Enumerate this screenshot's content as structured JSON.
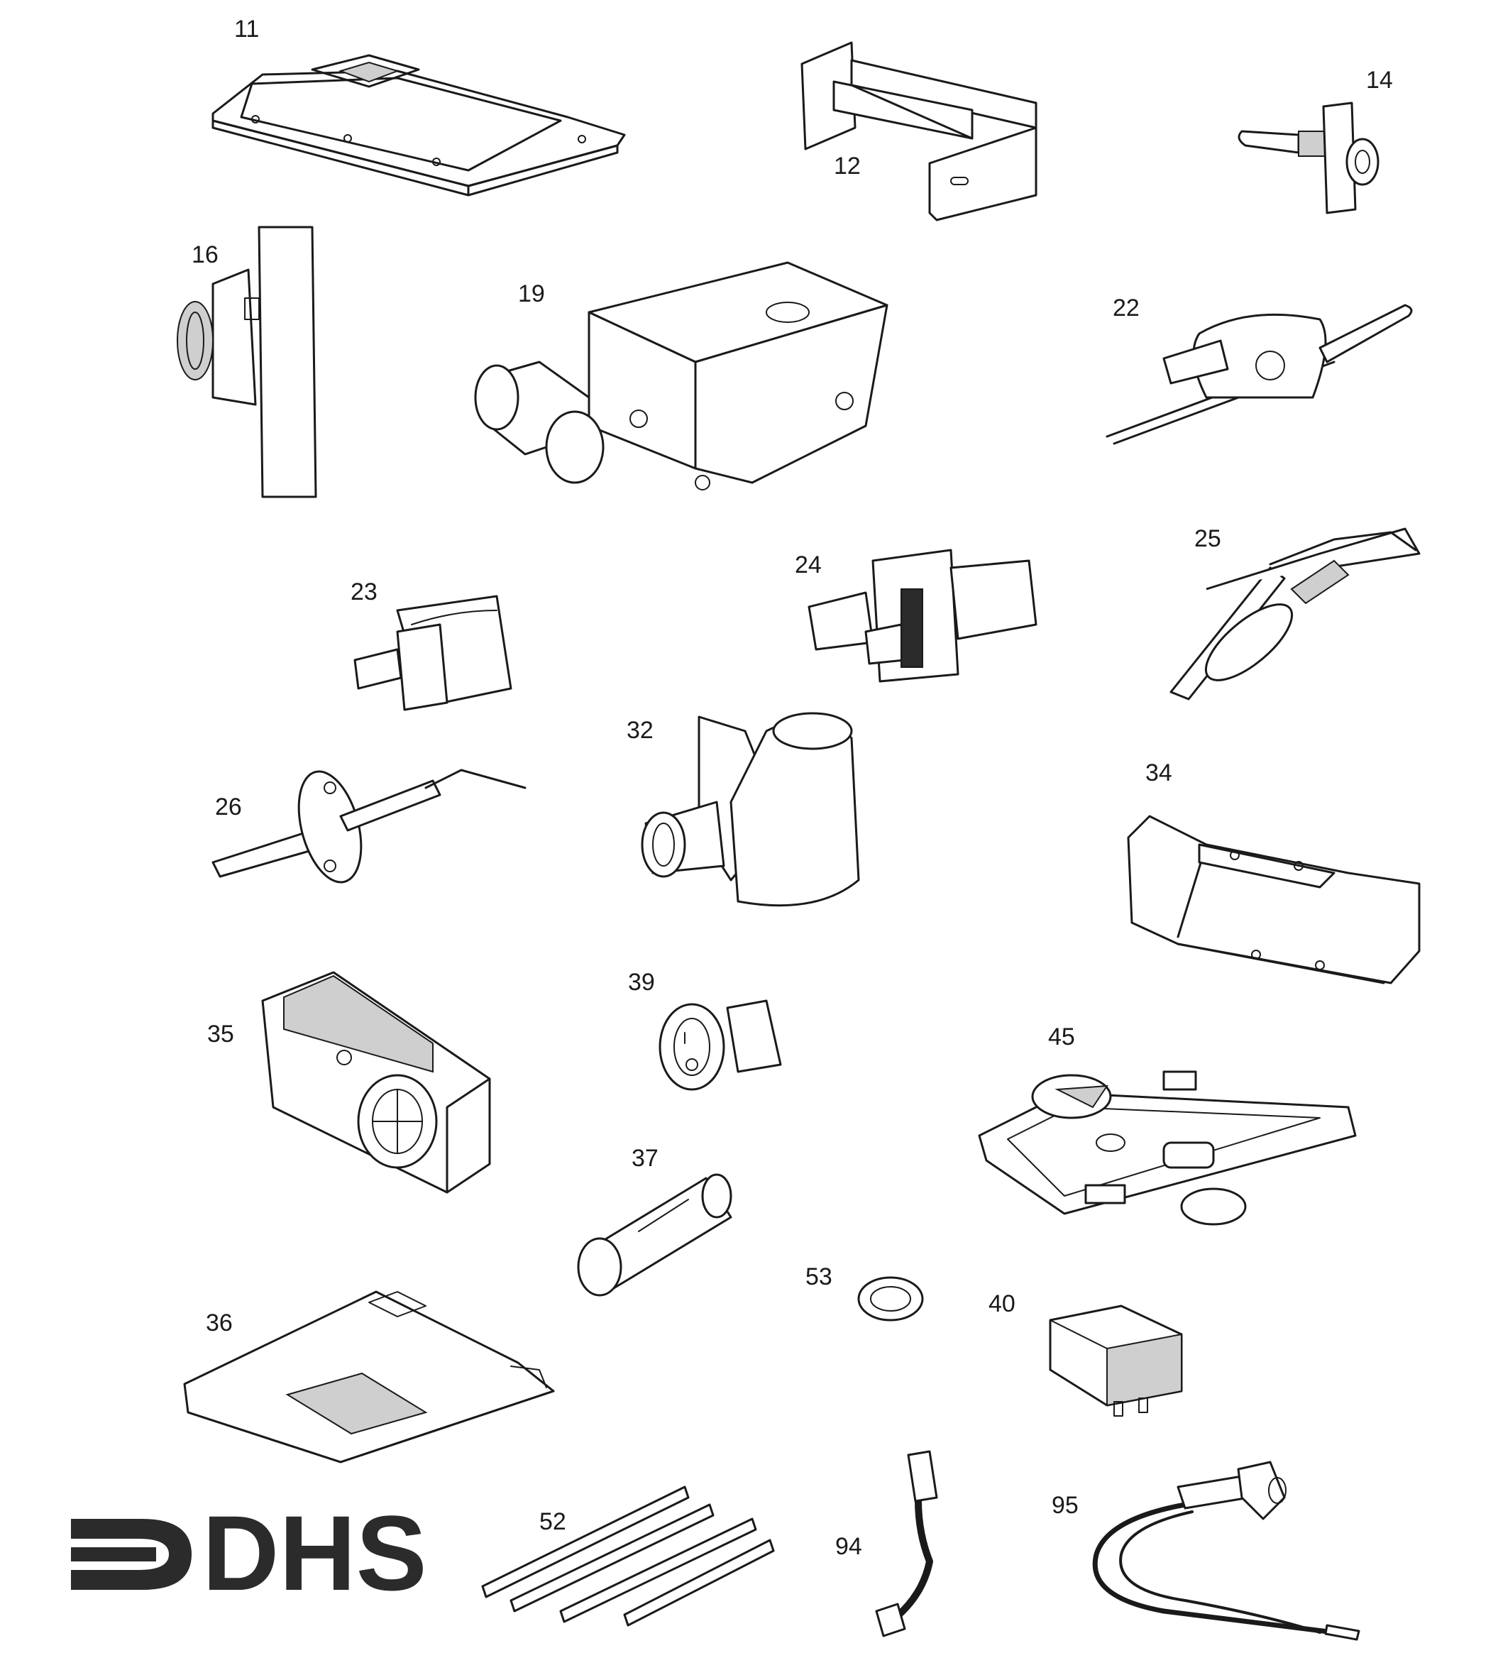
{
  "parts": [
    {
      "ref": "11",
      "icon": "burner-cover-icon"
    },
    {
      "ref": "12",
      "icon": "baffle-bracket-icon"
    },
    {
      "ref": "14",
      "icon": "injector-fitting-icon"
    },
    {
      "ref": "16",
      "icon": "pressure-gauge-icon"
    },
    {
      "ref": "19",
      "icon": "gas-valve-icon"
    },
    {
      "ref": "22",
      "icon": "thermocouple-icon"
    },
    {
      "ref": "23",
      "icon": "clip-connector-icon"
    },
    {
      "ref": "24",
      "icon": "thermostat-switch-icon"
    },
    {
      "ref": "25",
      "icon": "pilot-burner-icon"
    },
    {
      "ref": "26",
      "icon": "ignition-electrode-icon"
    },
    {
      "ref": "32",
      "icon": "condensate-trap-icon"
    },
    {
      "ref": "34",
      "icon": "mounting-bracket-icon"
    },
    {
      "ref": "35",
      "icon": "control-box-icon"
    },
    {
      "ref": "36",
      "icon": "pcb-housing-icon"
    },
    {
      "ref": "37",
      "icon": "fuse-icon"
    },
    {
      "ref": "39",
      "icon": "rocker-switch-icon"
    },
    {
      "ref": "40",
      "icon": "ignition-transformer-icon"
    },
    {
      "ref": "45",
      "icon": "gasket-kit-icon"
    },
    {
      "ref": "52",
      "icon": "seal-strips-icon"
    },
    {
      "ref": "53",
      "icon": "washer-icon"
    },
    {
      "ref": "94",
      "icon": "ht-lead-icon"
    },
    {
      "ref": "95",
      "icon": "ignition-lead-icon"
    }
  ],
  "logo": {
    "text": "DHS",
    "icon": "dhs-logo-icon"
  }
}
